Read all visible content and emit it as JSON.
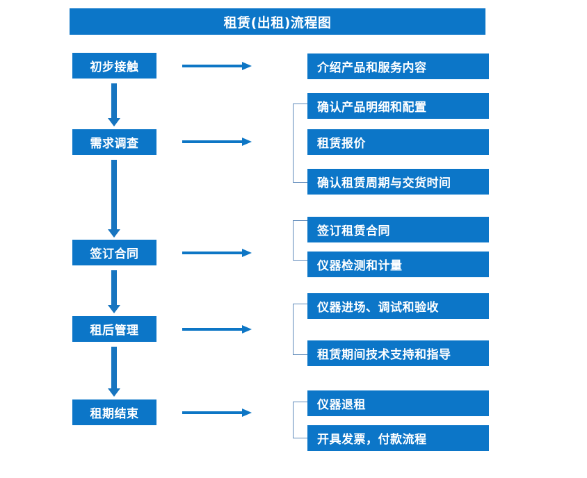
{
  "title": "租赁(出租)流程图",
  "theme": {
    "box_fill": "#0C76C8",
    "box_text": "#FFFFFF",
    "arrow": "#0D76C5",
    "bracket": "#5B87B8",
    "background": "#FFFFFF"
  },
  "flow": {
    "stages": [
      {
        "label": "初步接触"
      },
      {
        "label": "需求调查"
      },
      {
        "label": "签订合同"
      },
      {
        "label": "租后管理"
      },
      {
        "label": "租期结束"
      }
    ],
    "details": [
      {
        "label": "介绍产品和服务内容"
      },
      {
        "label": "确认产品明细和配置"
      },
      {
        "label": "租赁报价"
      },
      {
        "label": "确认租赁周期与交货时间"
      },
      {
        "label": "签订租赁合同"
      },
      {
        "label": "仪器检测和计量"
      },
      {
        "label": "仪器进场、调试和验收"
      },
      {
        "label": "租赁期间技术支持和指导"
      },
      {
        "label": "仪器退租"
      },
      {
        "label": "开具发票，付款流程"
      }
    ]
  }
}
